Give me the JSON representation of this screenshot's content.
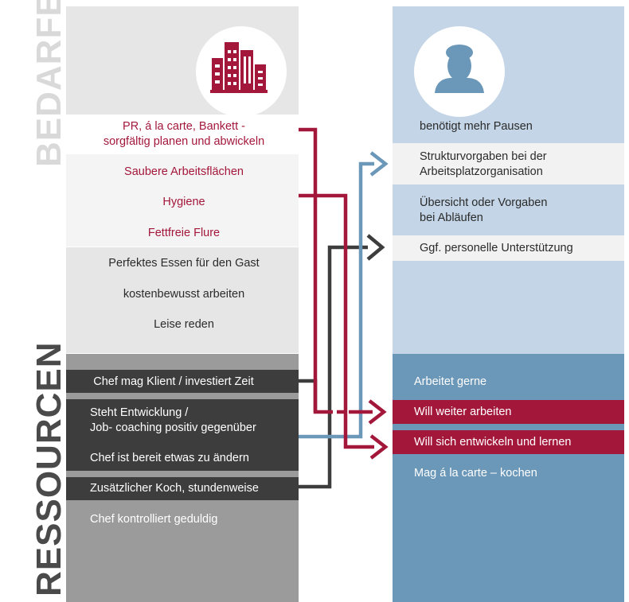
{
  "labels": {
    "top": "BEDARFE",
    "bottom": "RESSOURCEN"
  },
  "icons": {
    "left": "office-building-icon",
    "right": "person-avatar-icon"
  },
  "left": {
    "needs": [
      "PR, á la carte, Bankett -\nsorgfältig planen und abwickeln",
      "Saubere Arbeitsflächen",
      "Hygiene",
      "Fettfreie Flure",
      "Perfektes Essen für den Gast",
      "kostenbewusst arbeiten",
      "Leise reden"
    ],
    "resources": [
      "Chef mag Klient / investiert Zeit",
      "Steht Entwicklung /\nJob- coaching positiv gegenüber",
      "Chef ist bereit etwas zu ändern",
      "Zusätzlicher Koch, stundenweise",
      "Chef kontrolliert geduldig"
    ]
  },
  "right": {
    "needs": [
      "benötigt mehr Pausen",
      "Strukturvorgaben bei der\nArbeitsplatzorganisation",
      "Übersicht oder Vorgaben\nbei Abläufen",
      "Ggf. personelle Unterstützung"
    ],
    "resources": [
      "Arbeitet gerne",
      "Will weiter arbeiten",
      "Will sich entwickeln und lernen",
      "Mag á la carte – kochen"
    ]
  },
  "colors": {
    "red": "#a3173b",
    "blue": "#6b97b8",
    "dark": "#3d3d3d",
    "left_light": "#e6e6e6",
    "left_mid": "#9b9b9b",
    "right_light": "#c3d5e6",
    "right_mid": "#6b97b8"
  }
}
